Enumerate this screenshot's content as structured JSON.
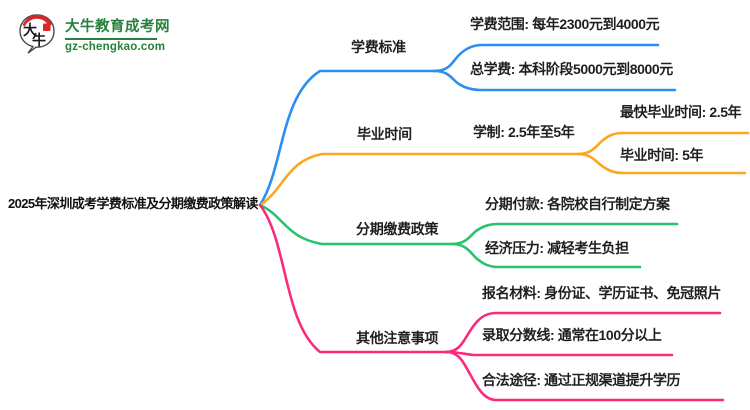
{
  "logo": {
    "icon": "daniu-speech-bubble-logo",
    "icon_text": "大牛",
    "title": "大牛教育成考网",
    "domain": "gz-chengkao.com",
    "brand_green": "#27803c",
    "brand_red": "#d8262b"
  },
  "mindmap": {
    "root": "2025年深圳成考学费标准及分期缴费政策解读",
    "text_color": "#1f1f1f",
    "branches": [
      {
        "label": "学费标准",
        "color": "#2b8ff2",
        "leaves": [
          "学费范围: 每年2300元到4000元",
          "总学费: 本科阶段5000元到8000元"
        ]
      },
      {
        "label": "毕业时间",
        "color": "#fba81f",
        "sub": "学制: 2.5年至5年",
        "leaves": [
          "最快毕业时间: 2.5年",
          "毕业时间: 5年"
        ]
      },
      {
        "label": "分期缴费政策",
        "color": "#27c46d",
        "leaves": [
          "分期付款: 各院校自行制定方案",
          "经济压力: 减轻考生负担"
        ]
      },
      {
        "label": "其他注意事项",
        "color": "#fa2b7d",
        "leaves": [
          "报名材料: 身份证、学历证书、免冠照片",
          "录取分数线: 通常在100分以上",
          "合法途径: 通过正规渠道提升学历"
        ]
      }
    ]
  }
}
